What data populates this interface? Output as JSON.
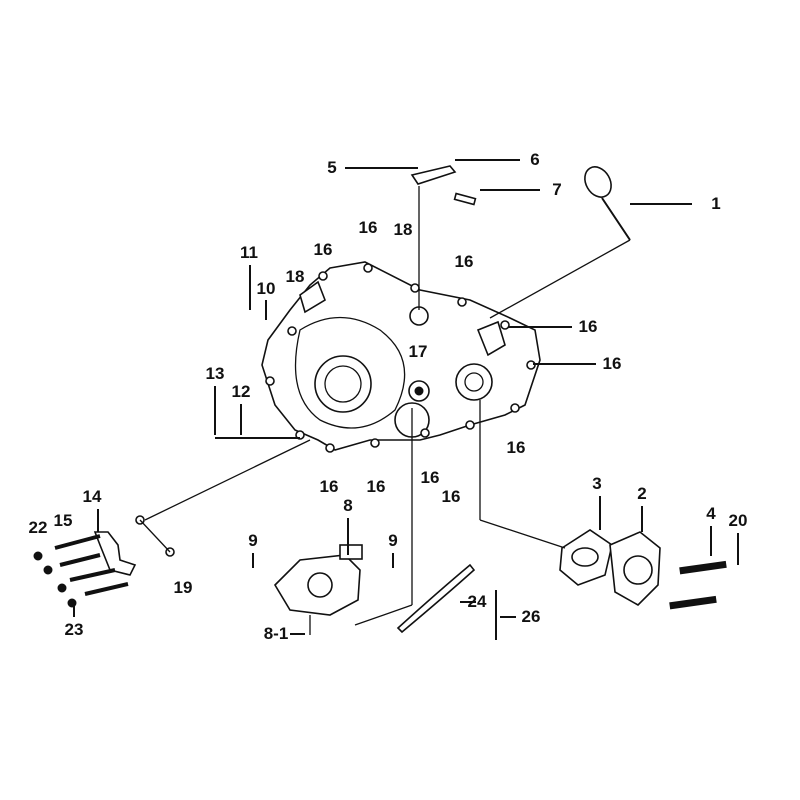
{
  "diagram": {
    "type": "exploded parts diagram",
    "callouts": [
      "6",
      "5",
      "7",
      "1",
      "16",
      "18",
      "11",
      "16",
      "16",
      "10",
      "18",
      "16",
      "17",
      "16",
      "13",
      "12",
      "16",
      "16",
      "16",
      "16",
      "16",
      "8",
      "3",
      "2",
      "14",
      "4",
      "20",
      "22",
      "15",
      "9",
      "9",
      "19",
      "24",
      "26",
      "8-1",
      "23"
    ]
  }
}
